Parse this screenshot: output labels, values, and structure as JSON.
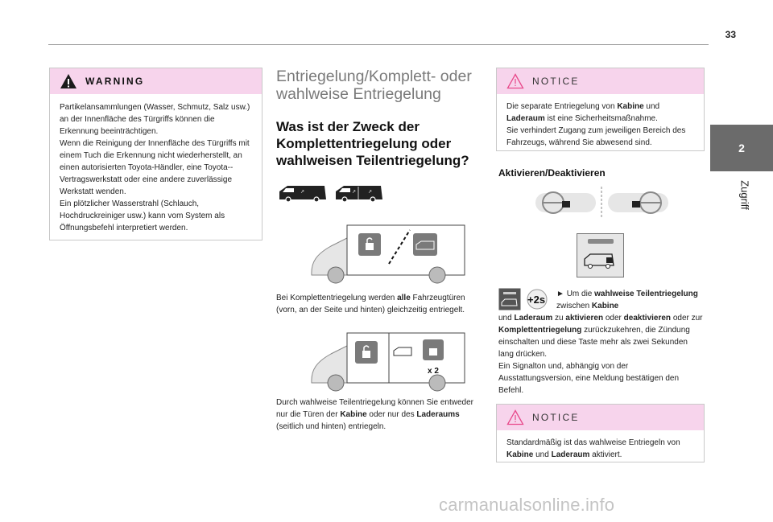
{
  "page": {
    "number": "33",
    "tab_number": "2",
    "tab_label": "Zugriff"
  },
  "warning": {
    "title": "WARNING",
    "body": [
      "Partikelansammlungen (Wasser, Schmutz, Salz usw.) an der Innenfläche des Türgriffs können die Erkennung beeinträchtigen.",
      "Wenn die Reinigung der Innenfläche des Türgriffs mit einem Tuch die Erkennung nicht wiederherstellt, an einen autorisierten Toyota-Händler, eine Toyota--Vertragswerkstatt oder eine andere zuverlässige Werkstatt wenden.",
      "Ein plötzlicher Wasserstrahl (Schlauch, Hochdruckreiniger usw.) kann vom System als Öffnungsbefehl interpretiert werden."
    ]
  },
  "middle": {
    "heading": "Entriegelung/Komplett- oder wahlweise Entriegelung",
    "subheading": "Was ist der Zweck der Komplettentriegelung oder wahlweisen Teilentriegelung?",
    "para1": {
      "pre": "Bei Komplettentriegelung werden ",
      "bold": "alle",
      "post": " Fahrzeugtüren (vorn, an der Seite und hinten) gleichzeitig entriegelt."
    },
    "para2": {
      "pre": "Durch wahlweise Teilentriegelung können Sie entweder nur die Türen der ",
      "bold1": "Kabine",
      "mid": " oder nur des ",
      "bold2": "Laderaums",
      "post": " (seitlich und hinten) entriegeln."
    },
    "badge_x2": "x 2"
  },
  "notice1": {
    "title": "NOTICE",
    "pre": "Die separate Entriegelung von ",
    "bold1": "Kabine",
    "mid": " und ",
    "bold2": "Laderaum",
    "post": " ist eine Sicherheitsmaßnahme.",
    "line2": "Sie verhindert Zugang zum jeweiligen Bereich des Fahrzeugs, während Sie abwesend sind."
  },
  "activate": {
    "heading": "Aktivieren/Deaktivieren",
    "badge": "+2s",
    "t1": "Um die ",
    "b1": "wahlweise Teilentriegelung",
    "t2": " zwischen ",
    "b2": "Kabine",
    "t3": " und ",
    "b3": "Laderaum",
    "t4": " zu ",
    "b4": "aktivieren",
    "t5": " oder ",
    "b5": "deaktivieren",
    "t6": " oder zur ",
    "b6": "Komplettentriegelung",
    "t7": " zurückzukehren, die Zündung einschalten und diese Taste mehr als zwei Sekunden lang drücken.",
    "line2": "Ein Signalton und, abhängig von der Ausstattungsversion, eine Meldung bestätigen den Befehl."
  },
  "notice2": {
    "title": "NOTICE",
    "pre": "Standardmäßig ist das wahlweise Entriegeln von ",
    "bold1": "Kabine",
    "mid": " und ",
    "bold2": "Laderaum",
    "post": " aktiviert."
  },
  "watermark": "carmanualsonline.info",
  "colors": {
    "box_head": "#f7d4ec",
    "tab": "#6b6b6b",
    "warn_icon": "#1a1a1a",
    "notice_icon": "#e8488a",
    "figure_bg": "#e6e6e6"
  },
  "icons": [
    "warning-triangle-icon",
    "notice-triangle-icon",
    "van-icon",
    "lock-icon",
    "unlock-icon",
    "steering-wheel-icon",
    "button-icon"
  ]
}
